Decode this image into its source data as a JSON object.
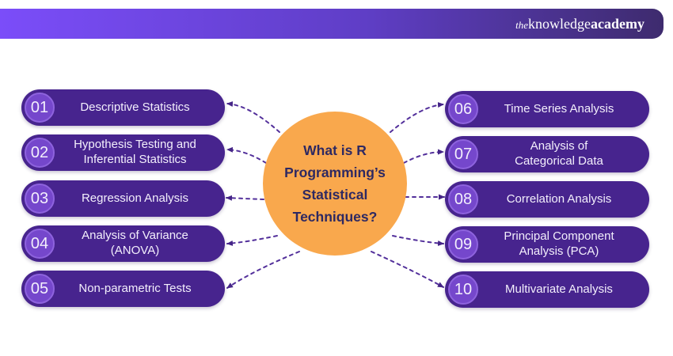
{
  "header": {
    "logo": {
      "the": "the",
      "knowledge": "knowledge",
      "academy": "academy"
    }
  },
  "center": {
    "title": "What is R\nProgramming’s\nStatistical\nTechniques?"
  },
  "items": {
    "left": [
      {
        "number": "01",
        "label": "Descriptive Statistics"
      },
      {
        "number": "02",
        "label": "Hypothesis Testing and\nInferential Statistics"
      },
      {
        "number": "03",
        "label": "Regression Analysis"
      },
      {
        "number": "04",
        "label": "Analysis of Variance\n(ANOVA)"
      },
      {
        "number": "05",
        "label": "Non-parametric Tests"
      }
    ],
    "right": [
      {
        "number": "06",
        "label": "Time Series Analysis"
      },
      {
        "number": "07",
        "label": "Analysis of\nCategorical Data"
      },
      {
        "number": "08",
        "label": "Correlation Analysis"
      },
      {
        "number": "09",
        "label": "Principal Component\nAnalysis (PCA)"
      },
      {
        "number": "10",
        "label": "Multivariate Analysis"
      }
    ]
  },
  "colors": {
    "bar_start": "#7B4DF9",
    "bar_mid": "#5F3EC6",
    "bar_end": "#3E2B6E",
    "pill": "#47248E",
    "number_fill": "#7547CC",
    "number_ring": "#8E63DE",
    "pill_text": "#F3EFFC",
    "circle": "#F9A84D",
    "circle_text": "#2E2962",
    "connector": "#53309B",
    "arrowhead": "#452587",
    "logo_text": "#FFFFFF"
  }
}
